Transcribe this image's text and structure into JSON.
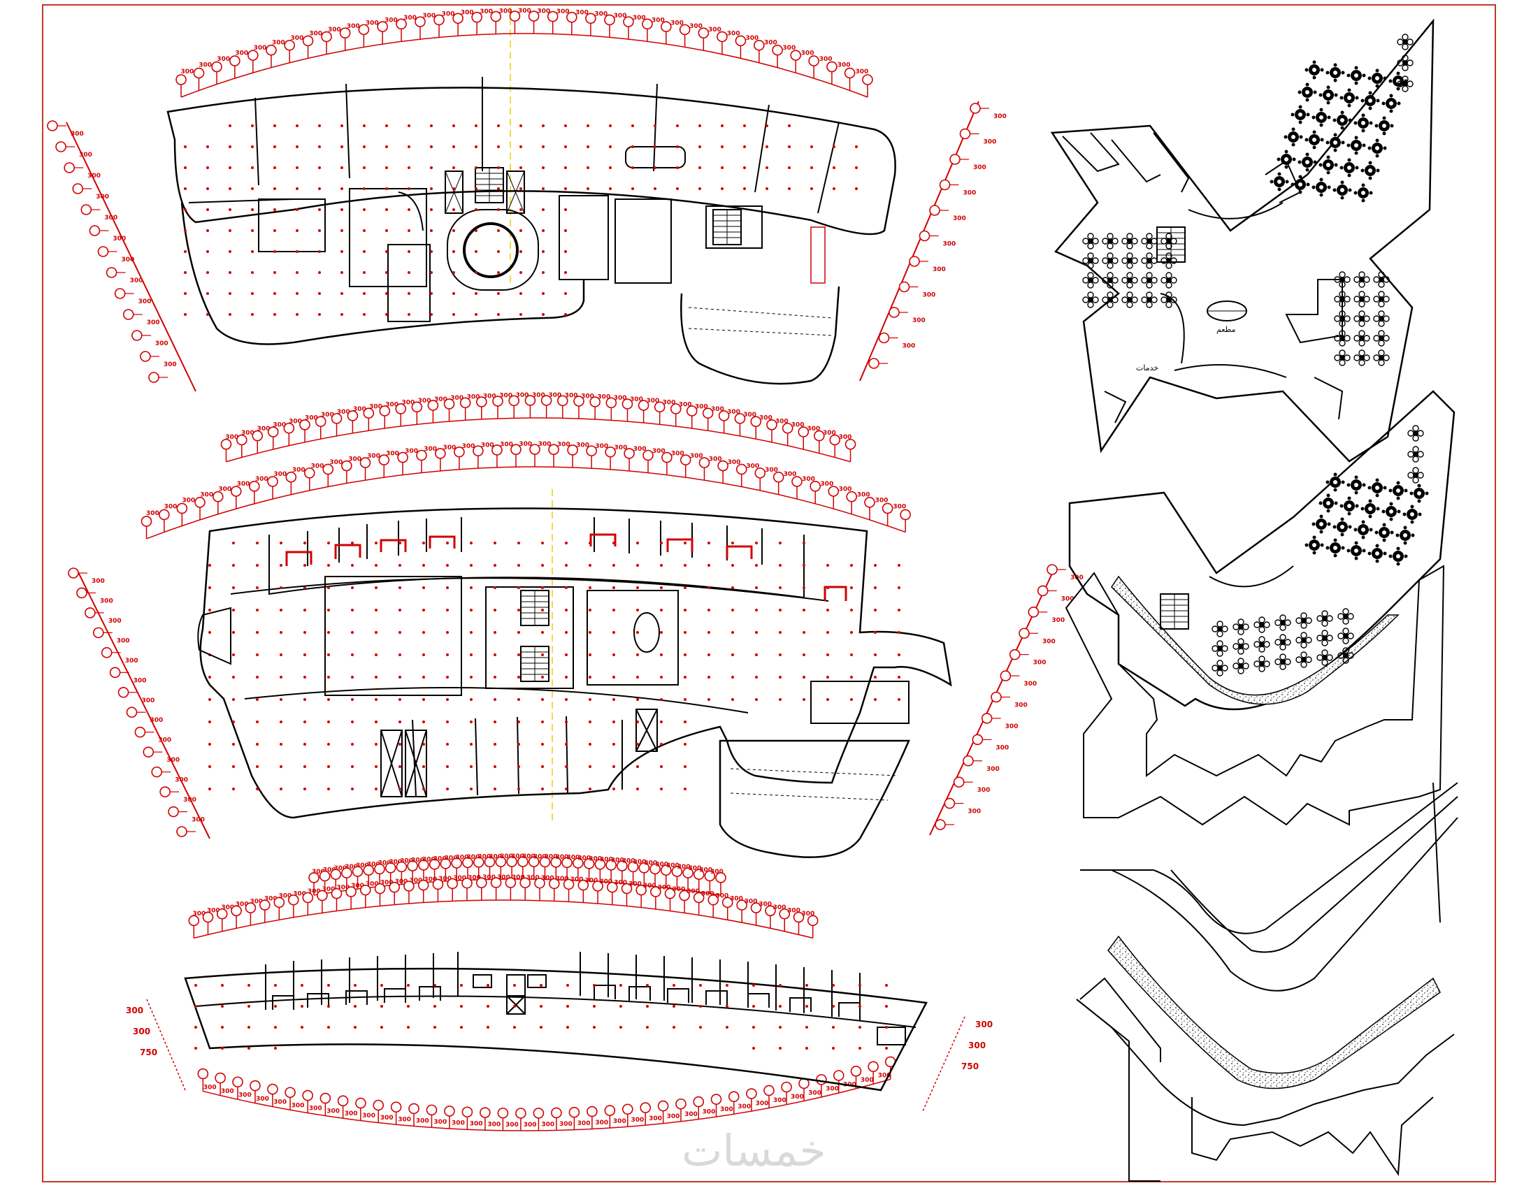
{
  "sheet": {
    "watermark": "خمسات",
    "colors": {
      "wall": "#000000",
      "grid": "#d00000",
      "axis_line": "#e6d400",
      "frame": "#c0392b",
      "hatch": "#555555"
    }
  },
  "plans": {
    "ground_floor": {
      "grid_tag_top": "300",
      "dim_side": "300"
    },
    "typical_floor": {
      "grid_tag_top": "300",
      "dim_side": "300"
    },
    "roof_floor": {
      "grid_tag_top": "300",
      "dim_side": "300",
      "side_tags": [
        "300",
        "300",
        "750"
      ]
    }
  },
  "details": {
    "restaurant_upper": {
      "room_label": "مطعم",
      "service_label": "خدمات"
    },
    "restaurant_lower": {},
    "landscape_site": {}
  }
}
